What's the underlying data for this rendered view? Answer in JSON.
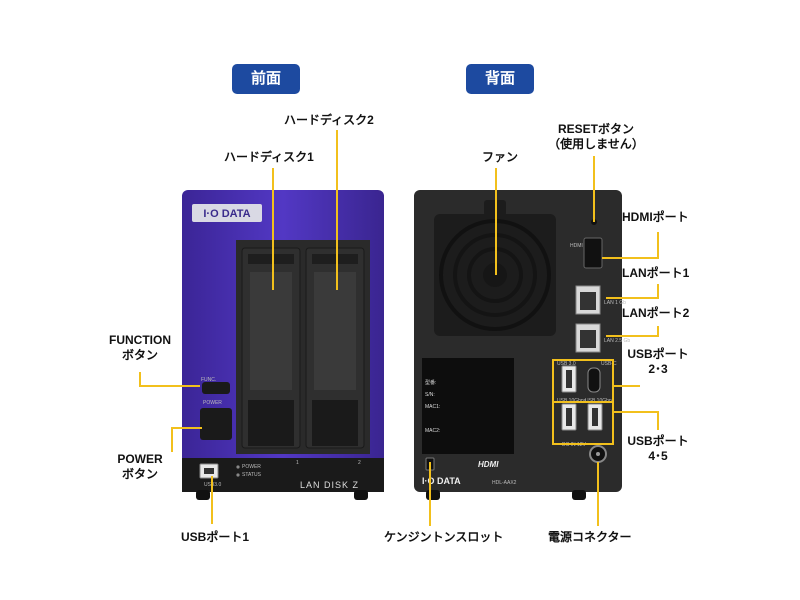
{
  "header": {
    "front": "前面",
    "back": "背面"
  },
  "front": {
    "brand": "I·O DATA",
    "model": "LAN DISK Z",
    "led_power": "POWER",
    "led_status": "STATUS",
    "func_key": "FUNC.",
    "power_key": "POWER",
    "usb_print": "USB3.0",
    "bay_1": "1",
    "bay_2": "2",
    "labels": {
      "hdd1": "ハードディスク1",
      "hdd2": "ハードディスク2",
      "function_1": "FUNCTION",
      "function_2": "ボタン",
      "power_1": "POWER",
      "power_2": "ボタン",
      "usb1": "USBポート1"
    }
  },
  "back": {
    "brand": "I·O DATA",
    "hdmi_logo": "HDMI",
    "hdmi_print": "HDMI",
    "lan1_print": "LAN 1 Gb",
    "lan2_print": "LAN 2.5 Gb",
    "usb_a_print": "USB 3.0",
    "usb_c_print": "USB-C",
    "usb_10g_print_1": "USB 10Gbps",
    "usb_10g_print_2": "USB 10Gbps",
    "dc_print": "DC IN 12V",
    "model_print": "HDL-AAX2",
    "sticker": {
      "l1": "型番:",
      "l2": "S/N:",
      "l3": "MAC1:",
      "l4": "MAC2:"
    },
    "labels": {
      "fan": "ファン",
      "reset_1": "RESETボタン",
      "reset_2": "（使用しません）",
      "hdmi": "HDMIポート",
      "lan1": "LANポート1",
      "lan2": "LANポート2",
      "usb23_1": "USBポート",
      "usb23_2": "2･3",
      "usb45_1": "USBポート",
      "usb45_2": "4･5",
      "kensington": "ケンジントンスロット",
      "power_conn": "電源コネクター"
    }
  },
  "colors": {
    "accent": "#1d4aa0",
    "leader": "#f2c01c",
    "front_panel": "#4a2fb0",
    "back_panel": "#2b2b2b"
  }
}
